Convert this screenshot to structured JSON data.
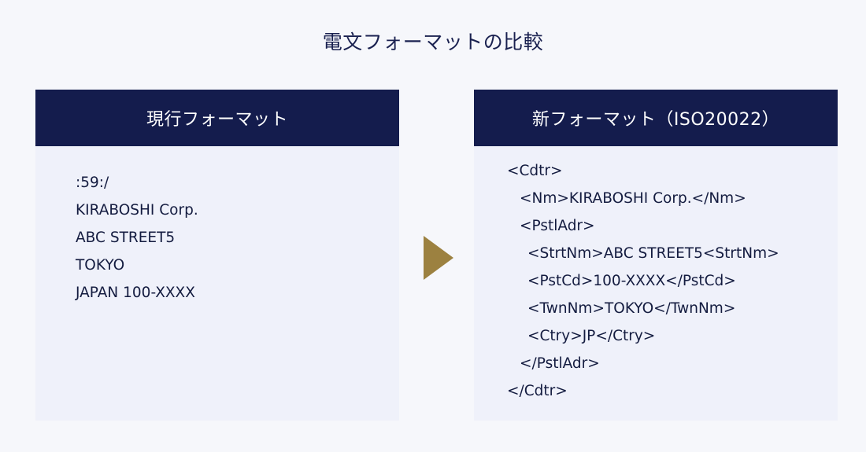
{
  "title": "電文フォーマットの比較",
  "current": {
    "header": "現行フォーマット",
    "lines": [
      ":59:/",
      "KIRABOSHI Corp.",
      "ABC STREET5",
      "TOKYO",
      "JAPAN 100-XXXX"
    ]
  },
  "new": {
    "header": "新フォーマット（ISO20022）",
    "lines": [
      "<Cdtr>",
      "<Nm>KIRABOSHI Corp.</Nm>",
      "<PstlAdr>",
      "<StrtNm>ABC STREET5<StrtNm>",
      "<PstCd>100-XXXX</PstCd>",
      "<TwnNm>TOKYO</TwnNm>",
      "<Ctry>JP</Ctry>",
      "</PstlAdr>",
      "</Cdtr>"
    ]
  },
  "colors": {
    "header_bg": "#141c4d",
    "panel_bg": "#eff1fa",
    "arrow": "#9c8140",
    "text": "#141c40"
  },
  "arrow_icon": "right-triangle-icon"
}
